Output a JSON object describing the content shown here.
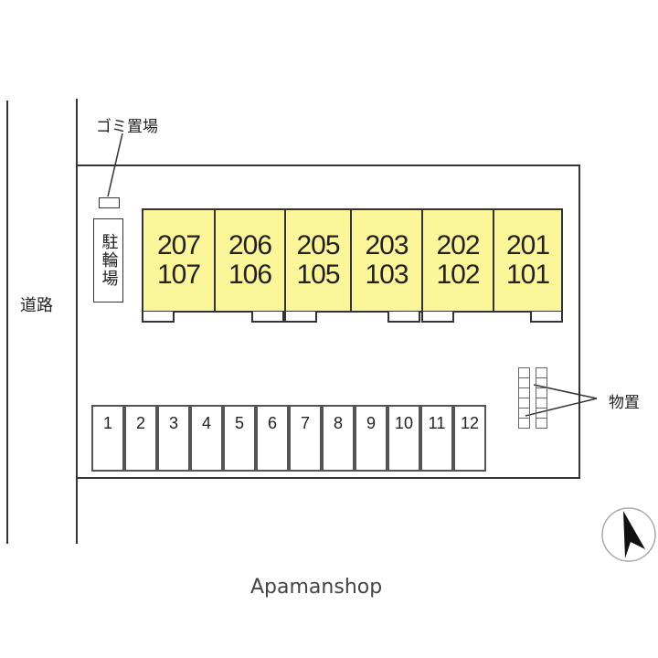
{
  "labels": {
    "road": "道路",
    "trash": "ゴミ置場",
    "bike": "駐輪場",
    "storage": "物置",
    "brand": "Apamanshop"
  },
  "units": [
    {
      "upper": "207",
      "lower": "107"
    },
    {
      "upper": "206",
      "lower": "106"
    },
    {
      "upper": "205",
      "lower": "105"
    },
    {
      "upper": "203",
      "lower": "103"
    },
    {
      "upper": "202",
      "lower": "102"
    },
    {
      "upper": "201",
      "lower": "101"
    }
  ],
  "parking": [
    "1",
    "2",
    "3",
    "4",
    "5",
    "6",
    "7",
    "8",
    "9",
    "10",
    "11",
    "12"
  ],
  "colors": {
    "unit_fill": "#fbf69a"
  }
}
